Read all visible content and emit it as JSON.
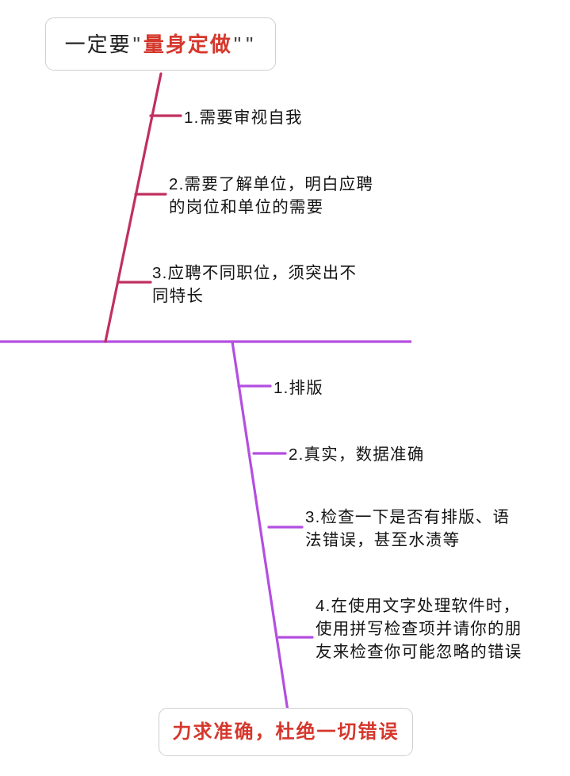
{
  "diagram": {
    "type": "fishbone",
    "title_node": {
      "prefix": "一定要",
      "quote_open": "\"",
      "emphasis": "量身定做",
      "quote_close": "\"",
      "quote_trailing": "\"",
      "full_text": "一定要\"量身定做\"\"",
      "emphasis_color": "#d5372c",
      "prefix_color": "#1d1d1d"
    },
    "conclusion_node": {
      "text": "力求准确，杜绝一切错误",
      "color": "#d5372c"
    },
    "spine": {
      "color": "#b44ee0"
    },
    "branches": [
      {
        "id": "upper",
        "color": "#c0305f",
        "items": [
          {
            "index": "1",
            "text": "1.需要审视自我"
          },
          {
            "index": "2",
            "text": "2.需要了解单位，明白应聘\n的岗位和单位的需要"
          },
          {
            "index": "3",
            "text": "3.应聘不同职位，须突出不\n同特长"
          }
        ]
      },
      {
        "id": "lower",
        "color": "#b44ee0",
        "items": [
          {
            "index": "1",
            "text": "1.排版"
          },
          {
            "index": "2",
            "text": "2.真实，数据准确"
          },
          {
            "index": "3",
            "text": "3.检查一下是否有排版、语\n法错误，甚至水渍等"
          },
          {
            "index": "4",
            "text": "4.在使用文字处理软件时，\n使用拼写检查项并请你的朋\n友来检查你可能忽略的错误"
          }
        ]
      }
    ]
  }
}
